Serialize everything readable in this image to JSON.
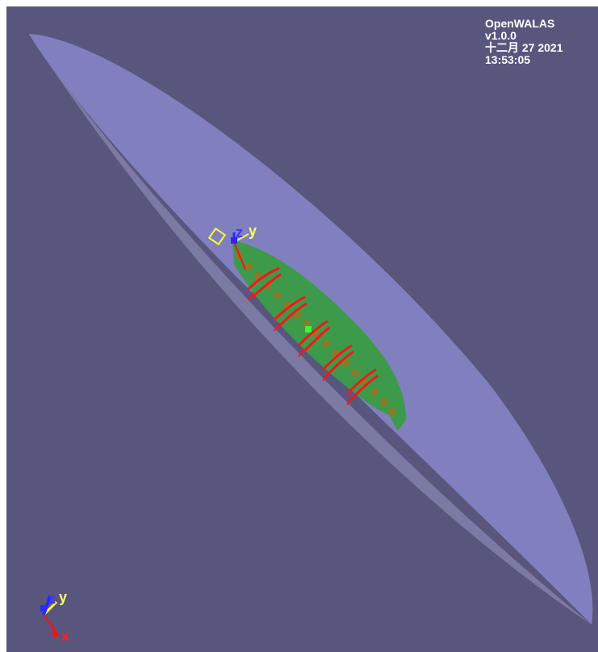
{
  "overlay": {
    "app_name": "OpenWALAS",
    "version": "v1.0.0",
    "date": "十二月 27 2021",
    "time": "13:53:05"
  },
  "axes_labels": {
    "x": "x",
    "y": "y",
    "z": "z"
  },
  "colors": {
    "background": "#58567d",
    "ellipsoid": "#8181c0",
    "ellipsoid_shadow": "#7a7aa6",
    "body": "#3d9a4a",
    "chain": "#8a7a2c",
    "rings": "#ff1515",
    "axis_x": "#ff1010",
    "axis_y": "#ffff33",
    "axis_z": "#2a2aff",
    "origin_marker": "#33ff33",
    "overlay_text": "#ffffff"
  }
}
